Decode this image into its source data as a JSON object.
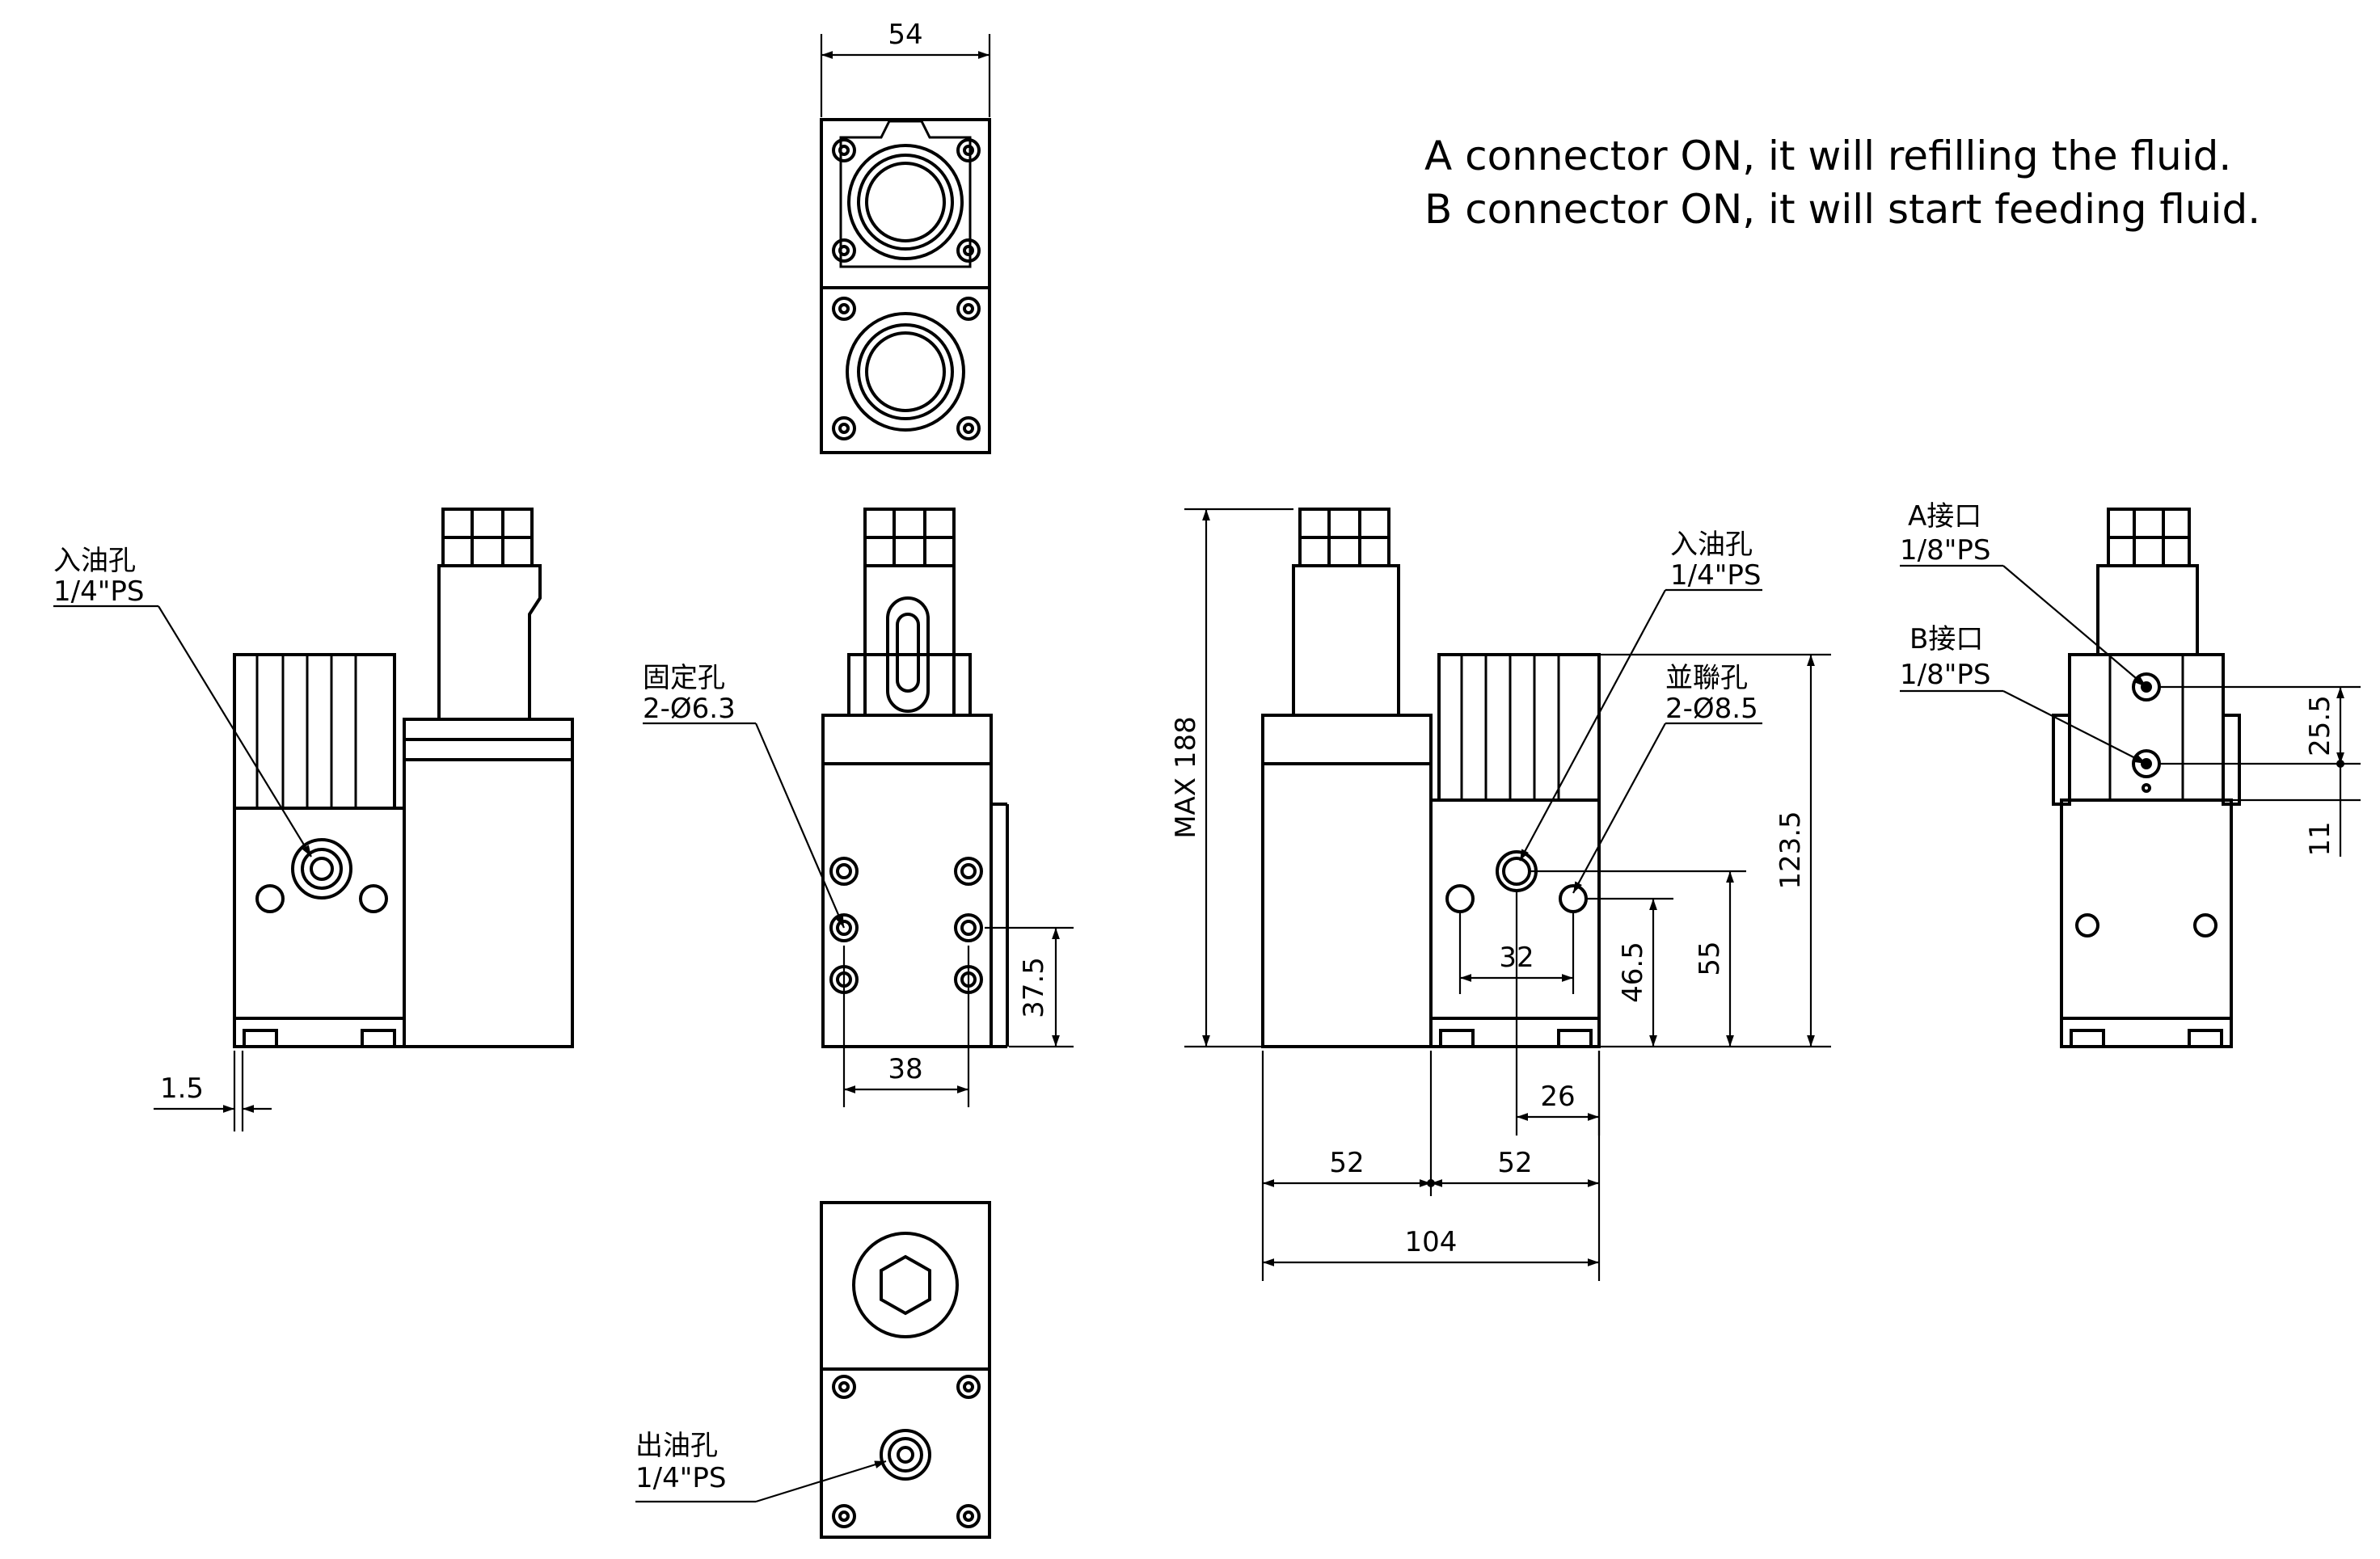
{
  "notes": [
    "A connector ON, it will refilling the fluid.",
    "B connector ON, it will start feeding fluid."
  ],
  "labels": {
    "inlet_left": {
      "name": "入油孔",
      "spec": "1/4\"PS"
    },
    "mount_holes": {
      "name": "固定孔",
      "spec": "2-Ø6.3"
    },
    "inlet_front": {
      "name": "入油孔",
      "spec": "1/4\"PS"
    },
    "parallel_holes": {
      "name": "並聯孔",
      "spec": "2-Ø8.5"
    },
    "connector_a": {
      "name": "A接口",
      "spec": "1/8\"PS"
    },
    "connector_b": {
      "name": "B接口",
      "spec": "1/8\"PS"
    },
    "outlet": {
      "name": "出油孔",
      "spec": "1/4\"PS"
    }
  },
  "dimensions": {
    "top_width": "54",
    "offset": "1.5",
    "hole_spacing_h": "38",
    "hole_height": "37.5",
    "max_height": "MAX 188",
    "body_height": "123.5",
    "port_spacing": "32",
    "port_height_a": "46.5",
    "port_height_b": "55",
    "port_offset": "26",
    "half_width_left": "52",
    "half_width_right": "52",
    "total_width": "104",
    "connector_spacing": "25.5",
    "connector_bottom": "11"
  },
  "colors": {
    "line": "#000000",
    "background": "#ffffff"
  }
}
